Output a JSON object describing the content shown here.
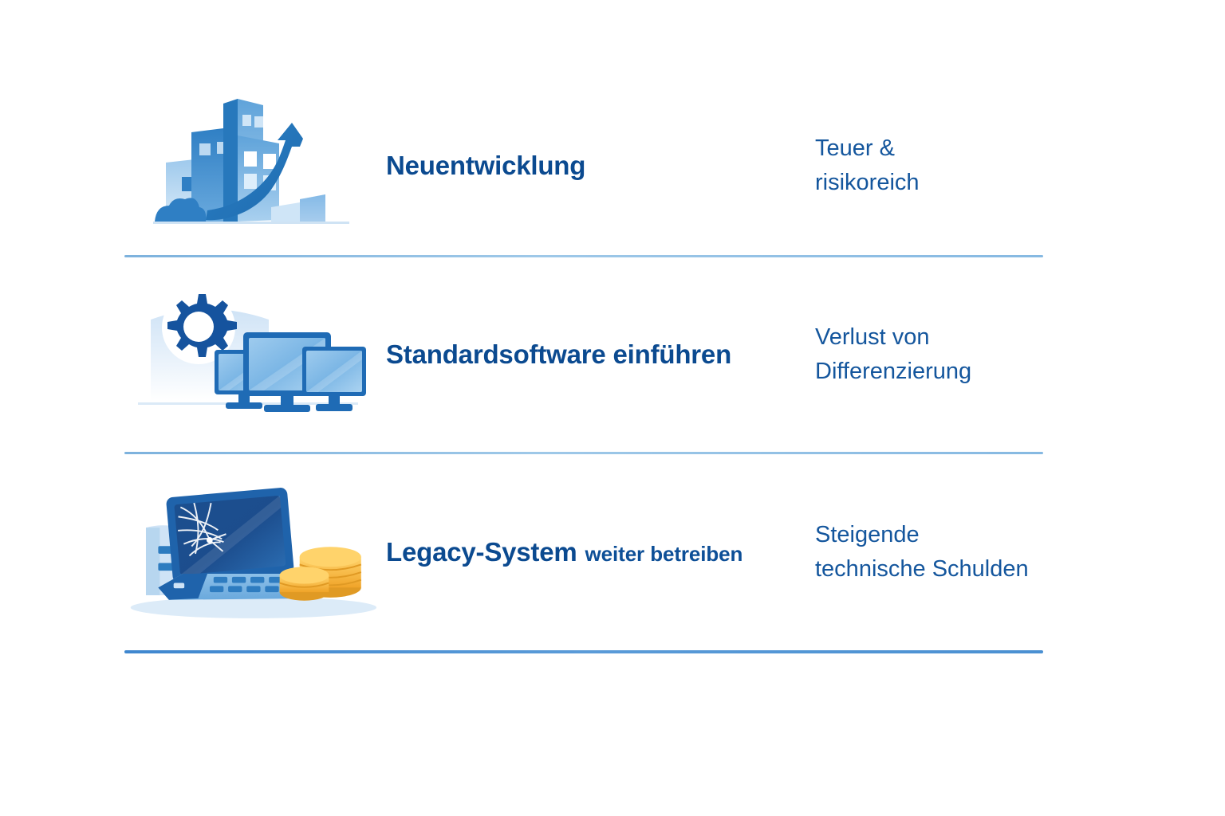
{
  "meta": {
    "background": "#ffffff",
    "title_color": "#0b4a90",
    "note_color": "#14569d",
    "divider_light": "#8fbde0",
    "divider_strong": "#3f87cf"
  },
  "rows": [
    {
      "icon_name": "buildings-growth-arrow-icon",
      "title": "Neuentwicklung",
      "title_sub": "",
      "note_line_1": "Teuer &",
      "note_line_2": "risikoreich"
    },
    {
      "icon_name": "gear-monitors-icon",
      "title": "Standardsoftware einführen",
      "title_sub": "",
      "note_line_1": "Verlust von",
      "note_line_2": "Differenzierung"
    },
    {
      "icon_name": "broken-laptop-coins-icon",
      "title": "Legacy-System",
      "title_sub": "weiter betreiben",
      "note_line_1": "Steigende",
      "note_line_2": "technische Schulden"
    }
  ]
}
